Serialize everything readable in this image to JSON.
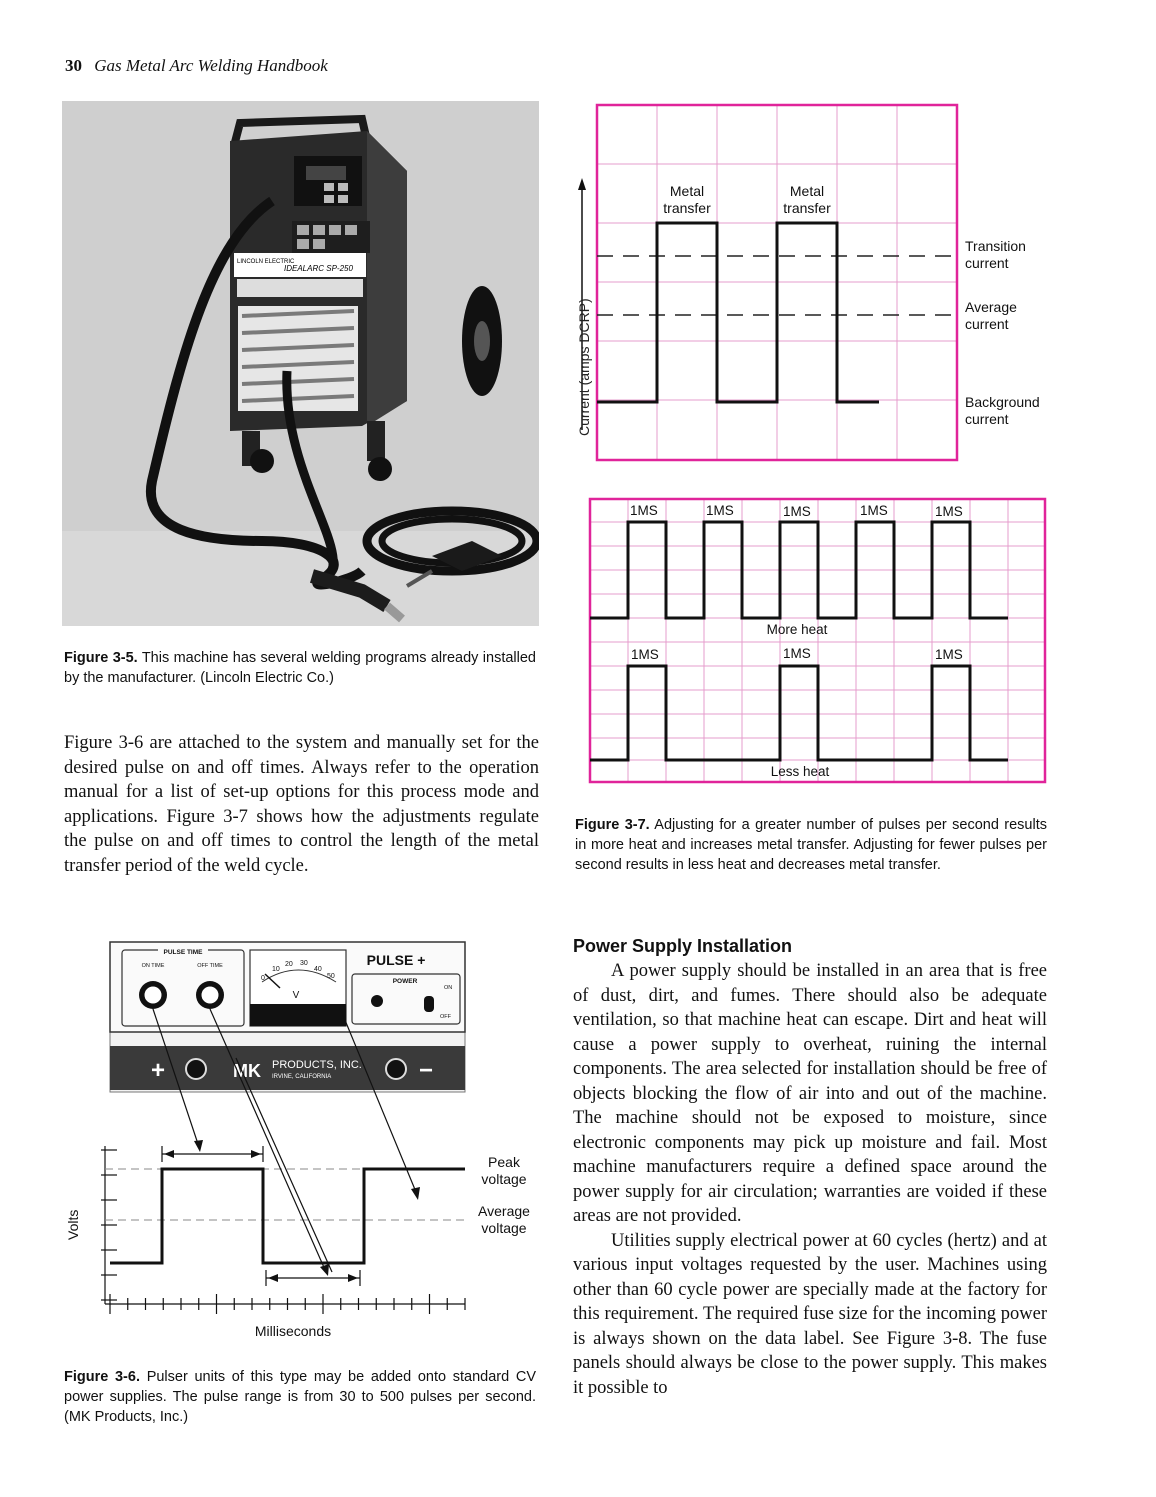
{
  "header": {
    "page_number": "30",
    "book_title": "Gas Metal Arc Welding Handbook"
  },
  "figure_3_5": {
    "photo_panel_labels": [
      "LINCOLN ELECTRIC",
      "IDEALARC SP-250"
    ],
    "caption_label": "Figure 3-5.",
    "caption_text": "This machine has several welding programs already installed by the manufacturer. (Lincoln Electric Co.)"
  },
  "left_column_text": "Figure 3-6 are attached to the system and manually set for the desired pulse on and off times. Always refer to the operation manual for a list of set-up options for this process mode and applications. Figure 3-7 shows how the adjustments regulate the pulse on and off times to control the length of the metal transfer period of the weld cycle.",
  "waveform_chart": {
    "y_axis_label": "Current (amps DCRP)",
    "annotations": [
      "Metal transfer",
      "Metal transfer"
    ],
    "levels": [
      {
        "line1": "Transition",
        "line2": "current"
      },
      {
        "line1": "Average",
        "line2": "current"
      },
      {
        "line1": "Background",
        "line2": "current"
      }
    ]
  },
  "pulse_chart": {
    "top_pulse_labels": [
      "1MS",
      "1MS",
      "1MS",
      "1MS",
      "1MS"
    ],
    "top_label": "More heat",
    "bottom_pulse_labels": [
      "1MS",
      "1MS",
      "1MS"
    ],
    "bottom_label": "Less heat"
  },
  "figure_3_7": {
    "caption_label": "Figure 3-7.",
    "caption_text": "Adjusting for a greater number of pulses per second results in more heat and increases metal transfer. Adjusting for fewer pulses per second results in less heat and decreases metal transfer."
  },
  "figure_3_6": {
    "panel": {
      "pulse_time": "PULSE TIME",
      "on_time": "ON TIME",
      "off_time": "OFF TIME",
      "meter_scale": [
        "0",
        "10",
        "20",
        "30",
        "40",
        "50"
      ],
      "meter_unit": "V",
      "brand_title": "PULSE +",
      "power": "POWER",
      "on": "ON",
      "off": "OFF",
      "plus": "+",
      "minus": "−",
      "company": "PRODUCTS, INC.",
      "city": "IRVINE, CALIFORNIA",
      "logo": "MK"
    },
    "graph": {
      "y_label": "Volts",
      "x_label": "Milliseconds",
      "peak": {
        "line1": "Peak",
        "line2": "voltage"
      },
      "average": {
        "line1": "Average",
        "line2": "voltage"
      }
    },
    "caption_label": "Figure 3-6.",
    "caption_text": "Pulser units of this type may be added onto standard CV power supplies. The pulse range is from 30 to 500 pulses per second. (MK Products, Inc.)"
  },
  "section": {
    "heading": "Power Supply Installation",
    "paragraph_1": "A power supply should be installed in an area that is free of dust, dirt, and fumes. There should also be adequate ventilation, so that machine heat can escape. Dirt and heat will cause a power supply to overheat, ruining the internal components. The area selected for installation should be free of objects blocking the flow of air into and out of the machine. The machine should not be exposed to moisture, since electronic components may pick up moisture and fail. Most machine manufacturers require a defined space around the power supply for air circulation; warranties are voided if these areas are not provided.",
    "paragraph_2": "Utilities supply electrical power at 60 cycles (hertz) and at various input voltages requested by the user. Machines using other than 60 cycle power are specially made at the factory for this requirement. The required fuse size for the incoming power is always shown on the data label. See Figure 3-8. The fuse panels should always be close to the power supply. This makes it possible to"
  }
}
